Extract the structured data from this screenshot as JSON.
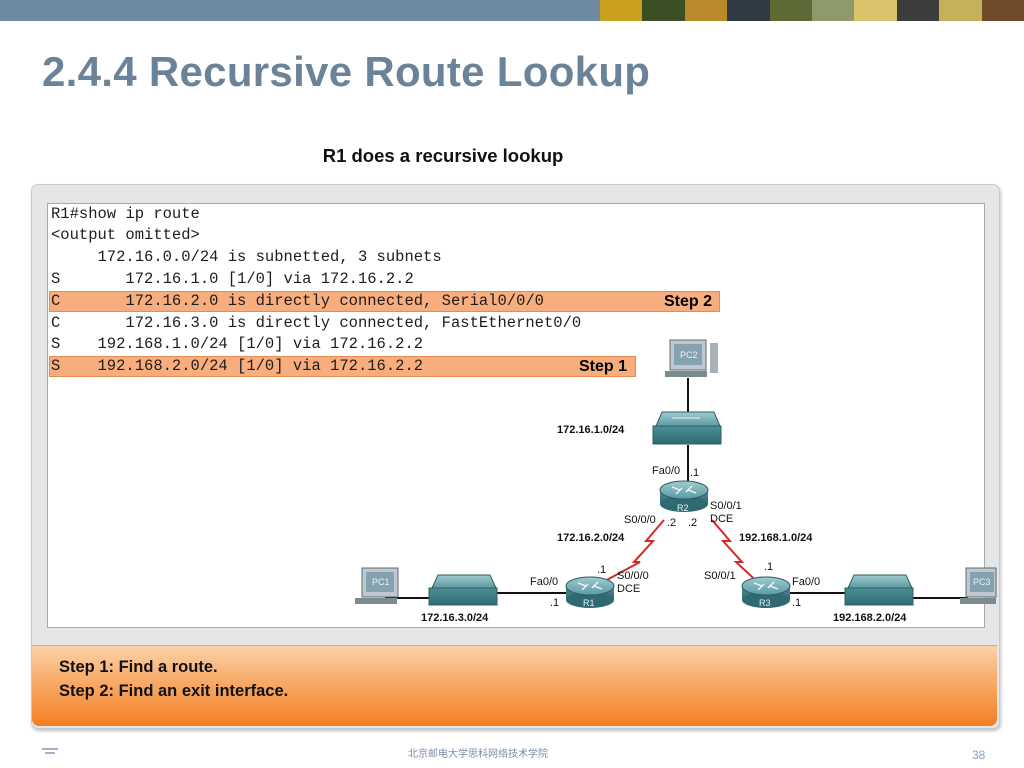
{
  "slide": {
    "title": "2.4.4 Recursive Route Lookup",
    "figure_title": "R1 does a recursive lookup",
    "page_number": "38",
    "footer_text": "北京邮电大学思科网络技术学院"
  },
  "terminal": {
    "lines": [
      "R1#show ip route",
      "<output omitted>",
      "     172.16.0.0/24 is subnetted, 3 subnets",
      "S       172.16.1.0 [1/0] via 172.16.2.2",
      "C       172.16.2.0 is directly connected, Serial0/0/0",
      "C       172.16.3.0 is directly connected, FastEthernet0/0",
      "S    192.168.1.0/24 [1/0] via 172.16.2.2",
      "S    192.168.2.0/24 [1/0] via 172.16.2.2"
    ],
    "step2_tag": "Step 2",
    "step1_tag": "Step 1"
  },
  "steps": {
    "step1": "Step 1: Find a route.",
    "step2": "Step 2: Find an exit interface."
  },
  "topology": {
    "devices": {
      "pc1": "PC1",
      "pc2": "PC2",
      "pc3": "PC3",
      "r1": "R1",
      "r2": "R2",
      "r3": "R3"
    },
    "networks": {
      "lan_r2": "172.16.1.0/24",
      "lan_r1": "172.16.3.0/24",
      "lan_r3": "192.168.2.0/24",
      "wan_r1_r2": "172.16.2.0/24",
      "wan_r2_r3": "192.168.1.0/24"
    },
    "ports": {
      "r2_fa": "Fa0/0",
      "r2_fa_ip": ".1",
      "r2_s000": "S0/0/0",
      "r2_s000_ip": ".2",
      "r2_s001": "S0/0/1",
      "r2_s001_dce": "DCE",
      "r2_s001_ip": ".2",
      "r1_fa": "Fa0/0",
      "r1_fa_ip": ".1",
      "r1_s000": "S0/0/0",
      "r1_s000_dce": "DCE",
      "r1_s000_ip": ".1",
      "r3_s001": "S0/0/1",
      "r3_s001_ip": ".1",
      "r3_fa": "Fa0/0",
      "r3_fa_ip": ".1"
    }
  },
  "colors": {
    "banner": "#6e8aa1",
    "title": "#6b8399",
    "highlight": "#f7ad7d",
    "serial_link": "#d4282b",
    "device": "#4c8c94",
    "orange_bar": "#f47f24"
  }
}
